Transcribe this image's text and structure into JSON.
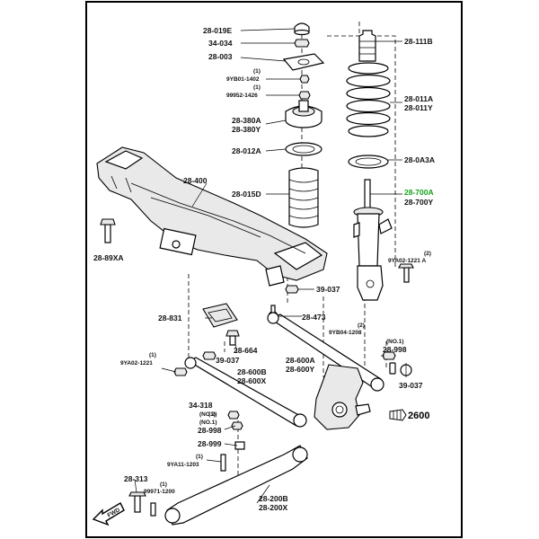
{
  "labels": {
    "l_28_019E": "28-019E",
    "l_34_034": "34-034",
    "l_28_003": "28-003",
    "l_1a": "(1)",
    "l_9YB01_1402": "9YB01-1402",
    "l_1b": "(1)",
    "l_99952_1426": "99952-1426",
    "l_28_380A": "28-380A",
    "l_28_380Y": "28-380Y",
    "l_28_012A": "28-012A",
    "l_28_015D": "28-015D",
    "l_28_400": "28-400",
    "l_28_89XA": "28-89XA",
    "l_28_111B": "28-111B",
    "l_28_011A": "28-011A",
    "l_28_011Y": "28-011Y",
    "l_28_0A3A": "28-0A3A",
    "l_28_700A": "28-700A",
    "l_28_700Y": "28-700Y",
    "l_2a": "(2)",
    "l_9YA02_1221_A": "9YA02-1221 A",
    "l_39_037a": "39-037",
    "l_28_831": "28-831",
    "l_28_473": "28-473",
    "l_2b": "(2)",
    "l_9YB04_1208": "9YB04-1208",
    "l_28_664": "28-664",
    "l_39_037b": "39-037",
    "l_1c": "(1)",
    "l_9YA02_1221": "9YA02-1221",
    "l_28_600B": "28-600B",
    "l_28_600X": "28-600X",
    "l_28_600A": "28-600A",
    "l_28_600Y": "28-600Y",
    "l_NO1a": "(NO.1)",
    "l_28_998a": "28-998",
    "l_39_037c": "39-037",
    "l_34_318": "34-318",
    "l_1d": "(1)",
    "l_NO2": "(NO.2)",
    "l_NO1b": "(NO.1)",
    "l_28_998b": "28-998",
    "l_2600": "2600",
    "l_28_999": "28-999",
    "l_1e": "(1)",
    "l_9YA11_1203": "9YA11-1203",
    "l_28_313": "28-313",
    "l_1f": "(1)",
    "l_99971_1200": "99971-1200",
    "l_28_200B": "28-200B",
    "l_28_200X": "28-200X",
    "l_FWD": "FWD"
  },
  "highlight_color": "#15a01a",
  "icons": [
    "fwd-arrow-icon",
    "hatched-arrow-icon"
  ]
}
